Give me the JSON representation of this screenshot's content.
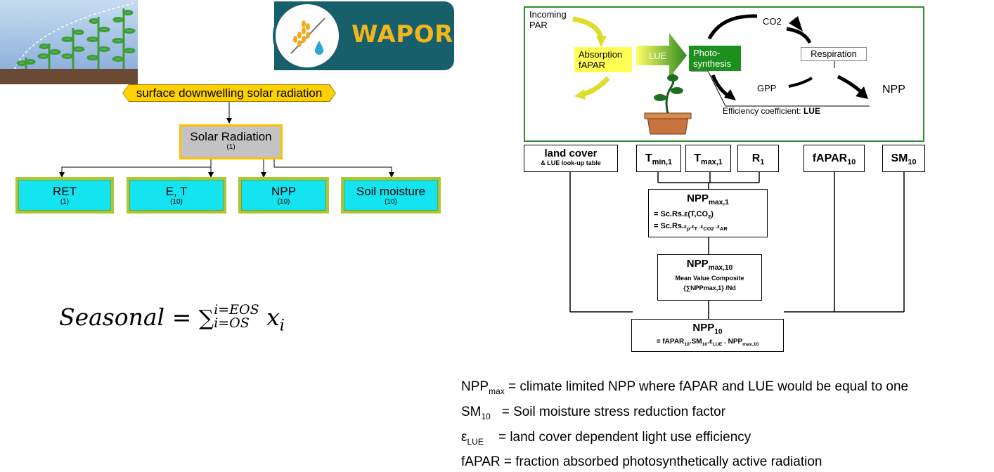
{
  "logo": {
    "word": "WAPOR"
  },
  "left_flow": {
    "source": "surface downwelling solar radiation",
    "solar": {
      "title": "Solar Radiation",
      "sub": "(1)"
    },
    "outputs": [
      {
        "title": "RET",
        "sub": "(1)"
      },
      {
        "title": "E, T",
        "sub": "(10)"
      },
      {
        "title": "NPP",
        "sub": "(10)"
      },
      {
        "title": "Soil moisture",
        "sub": "(10)"
      }
    ]
  },
  "formula": {
    "lhs": "Seasonal",
    "eq": "=",
    "sum": "∑",
    "upper": "i=EOS",
    "lower": "i=OS",
    "term": "x",
    "term_sub": "i"
  },
  "photo_panel": {
    "incoming": "Incoming",
    "par": "PAR",
    "absorption": "Absorption",
    "fapar": "fAPAR",
    "lue": "LUE",
    "photo1": "Photo-",
    "photo2": "synthesis",
    "co2": "CO2",
    "respiration": "Respiration",
    "gpp": "GPP",
    "npp": "NPP",
    "eff_label": "Efficiency coefficient:",
    "eff_value": "LUE"
  },
  "flowchart": {
    "land_cover": "land cover",
    "land_cover_sub": "& LUE look-up table",
    "t": "T",
    "tmin_sub": "min,1",
    "tmax_sub": "max,1",
    "r": "R",
    "r_sub": "1",
    "fapar": "fAPAR",
    "fapar_sub": "10",
    "sm": "SM",
    "sm_sub": "10",
    "npp": "NPP",
    "nppmax1_sub": "max,1",
    "nppmax1_line1_a": "= Sc.Rs.ε(T,CO",
    "nppmax1_line1_sub": "2",
    "nppmax1_line1_b": ")",
    "nppmax1_line2_a": "= Sc.Rs.",
    "nppmax1_line2_b": "ε",
    "nppmax1_line2_b_sub": "p",
    "nppmax1_line2_c": ".ε",
    "nppmax1_line2_c_sub": "T",
    "nppmax1_line2_d": " .ε",
    "nppmax1_line2_d_sub": "CO2",
    "nppmax1_line2_e": " .ε",
    "nppmax1_line2_e_sub": "AR",
    "nppmax10_sub": "max,10",
    "nppmax10_line1": "Mean Value Composite",
    "nppmax10_line2": "{∑NPPmax,1} /Nd",
    "npp10_sub": "10",
    "npp10_a": "= fAPAR",
    "npp10_a_sub": "10",
    "npp10_b": ".SM",
    "npp10_b_sub": "10",
    "npp10_c": ".ε",
    "npp10_c_sub": "LUE",
    "npp10_d": " . NPP",
    "npp10_d_sub": "max,10"
  },
  "legend": [
    {
      "sym": "NPP",
      "sub": "max",
      "text": " = climate limited NPP where fAPAR and LUE would be equal to one"
    },
    {
      "sym": "SM",
      "sub": "10",
      "text": "   = Soil moisture stress reduction factor"
    },
    {
      "sym": "ε",
      "sub": "LUE",
      "text": "    = land cover dependent light use efficiency"
    },
    {
      "sym": "fAPAR",
      "sub": "",
      "text": " = fraction absorbed photosynthetically active radiation"
    }
  ],
  "colors": {
    "gold": "#ffd000",
    "cyan": "#14e4f0",
    "panel_green": "#2f8a2f",
    "logo_teal": "#175f6b"
  }
}
